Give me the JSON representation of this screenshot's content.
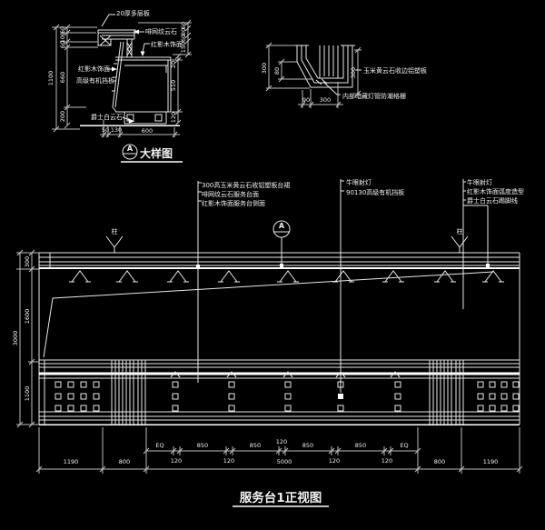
{
  "colors": {
    "background": "#000000",
    "line": "#ffffff"
  },
  "detail_a": {
    "marker_letter": "A",
    "title": "大样图",
    "callout_top": "20厚多层板",
    "callout_marble_top": "啡网纹云石",
    "callout_wood_top": "红影木饰面",
    "callout_wood_left": "红影木饰面",
    "callout_acrylic": "高级有机挡板",
    "callout_base_stone": "爵士白云石",
    "dim_left_outer": "1100",
    "dim_left_chain": [
      "60",
      "100",
      "60",
      "660",
      "200"
    ],
    "dim_right_outer": [
      "60",
      "80",
      "60",
      "150"
    ],
    "dim_right_chain": [
      "20",
      "510",
      "120"
    ],
    "dim_bottom": [
      "50",
      "130",
      "600"
    ]
  },
  "detail_b": {
    "callout_panel": "玉米黄云石收边铝塑板",
    "callout_inner": "内部暗藏灯管防潮格栅",
    "dim_left_outer": "300",
    "dim_left_inner": "80",
    "dim_right": "300",
    "dim_bottom": [
      "90",
      "300"
    ]
  },
  "elevation": {
    "title": "服务台1正视图",
    "section_marker": "A",
    "column_marker_left": "柱",
    "column_marker_right": "柱",
    "callouts_left": [
      "300高玉米黄云石收铝塑板台裙",
      "啡网纹云石服务台面",
      "红影木饰面服务台侧面"
    ],
    "callouts_mid": [
      "牛眼射灯",
      "90130高级有机挡板"
    ],
    "callouts_right": [
      "牛眼射灯",
      "红影木饰面弧度造型",
      "爵士白云石踢脚线"
    ],
    "dim_left_outer": "3000",
    "dim_left_chain": [
      "300",
      "1600",
      "1100"
    ],
    "dim_upper": [
      "EQ",
      "850",
      "850",
      "850",
      "850",
      "EQ"
    ],
    "dim_mullions": [
      "120",
      "120",
      "120",
      "120",
      "120"
    ],
    "dim_lower": [
      "1190",
      "800",
      "5000",
      "800",
      "1190"
    ]
  }
}
